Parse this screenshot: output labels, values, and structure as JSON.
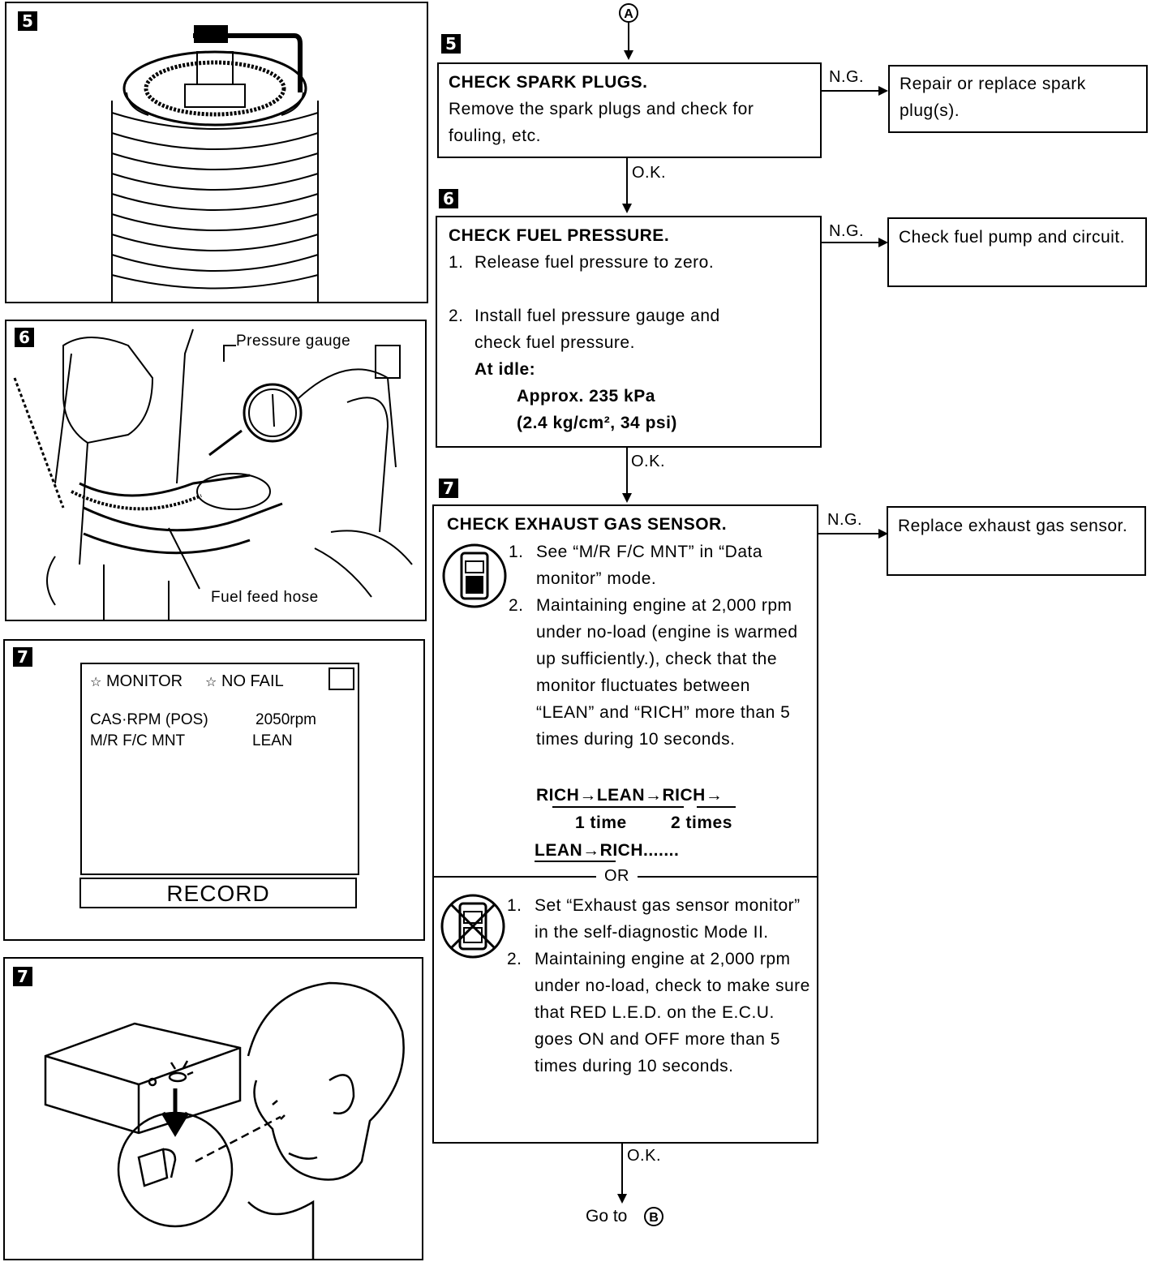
{
  "badges": {
    "step5": "5",
    "step6": "6",
    "step7": "7"
  },
  "left": {
    "fig6": {
      "pressure_gauge": "Pressure gauge",
      "fuel_feed_hose": "Fuel feed hose"
    },
    "fig7_screen": {
      "monitor": "MONITOR",
      "no_fail": "NO FAIL",
      "row1_label": "CAS·RPM (POS)",
      "row1_value": "2050rpm",
      "row2_label": "M/R F/C MNT",
      "row2_value": "LEAN",
      "record": "RECORD"
    }
  },
  "flow": {
    "start_connector": "A",
    "end_text": "Go to",
    "end_connector": "B",
    "ng": "N.G.",
    "ok": "O.K.",
    "or": "OR",
    "step5": {
      "title": "CHECK SPARK PLUGS.",
      "body": "Remove the spark plugs and check for fouling, etc.",
      "ng_result": "Repair or replace spark plug(s)."
    },
    "step6": {
      "title": "CHECK FUEL PRESSURE.",
      "item1": "Release fuel pressure to zero.",
      "item2": "Install fuel pressure gauge and check fuel pressure.",
      "at_idle": "At idle:",
      "approx": "Approx. 235 kPa",
      "units": "(2.4 kg/cm², 34 psi)",
      "ng_result": "Check fuel pump and circuit."
    },
    "step7": {
      "title": "CHECK EXHAUST GAS SENSOR.",
      "a_item1": "See “M/R F/C MNT” in “Data monitor” mode.",
      "a_item2": "Maintaining engine at 2,000 rpm under no-load (engine is warmed up sufficiently.), check that the monitor fluctuates between “LEAN” and “RICH” more than 5 times during 10 seconds.",
      "seq1": "RICH→LEAN→RICH→",
      "count1": "1 time",
      "count2": "2 times",
      "seq2": "LEAN→RICH.......",
      "b_item1": "Set “Exhaust gas sensor monitor” in the self-diagnostic Mode II.",
      "b_item2": "Maintaining engine at 2,000 rpm under no-load, check to make sure that RED L.E.D. on the E.C.U. goes ON and OFF more than 5 times during 10 seconds.",
      "ng_result": "Replace exhaust gas sensor."
    }
  }
}
